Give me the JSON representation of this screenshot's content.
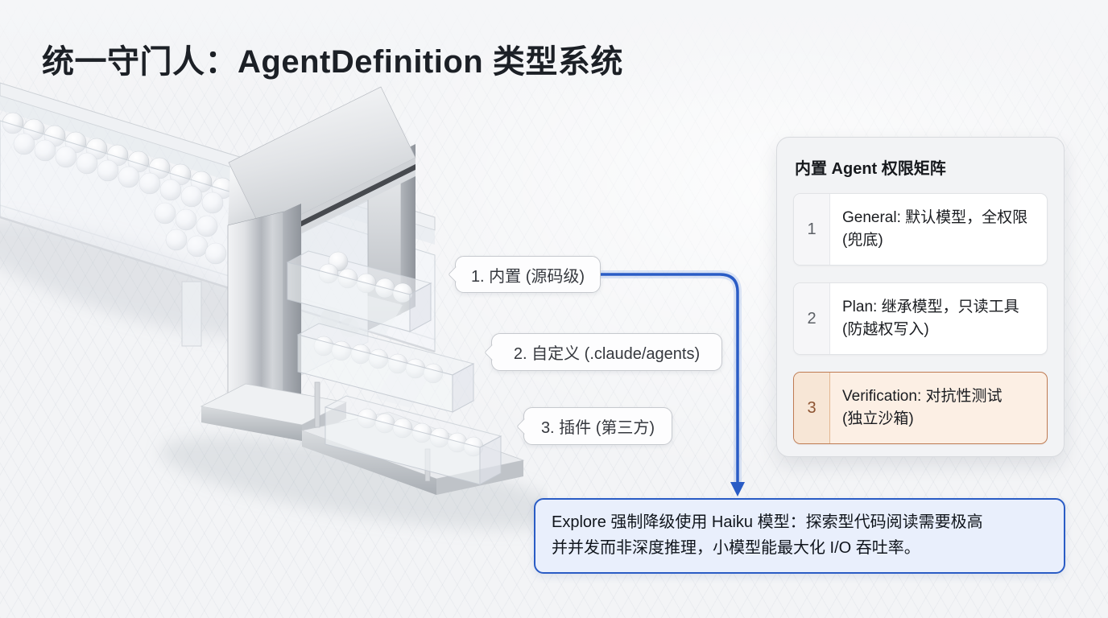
{
  "slide": {
    "title": "统一守门人：AgentDefinition 类型系统"
  },
  "callouts": [
    {
      "label": "1. 内置 (源码级)"
    },
    {
      "label": "2. 自定义 (.claude/agents)"
    },
    {
      "label": "3. 插件 (第三方)"
    }
  ],
  "matrix_panel": {
    "title": "内置 Agent 权限矩阵",
    "rows": [
      {
        "num": "1",
        "text": "General: 默认模型，全权限\n(兜底)"
      },
      {
        "num": "2",
        "text": "Plan: 继承模型，只读工具\n(防越权写入)"
      },
      {
        "num": "3",
        "text": "Verification: 对抗性测试\n(独立沙箱)"
      }
    ]
  },
  "note_box": {
    "text": "Explore 强制降级使用 Haiku 模型：探索型代码阅读需要极高\n并并发而非深度推理，小模型能最大化 I/O 吞吐率。"
  },
  "colors": {
    "accent_blue": "#2a5cc5",
    "note_bg": "#e9effc",
    "highlight_bg": "#fcefe4",
    "highlight_border": "#bf7b52"
  }
}
